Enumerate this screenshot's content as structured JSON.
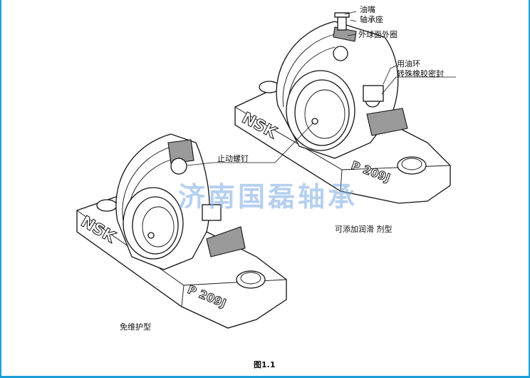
{
  "labels": {
    "grease_nipple": "油嘴",
    "bearing_housing": "轴承座",
    "spherical_outer_ring": "外球面外圈",
    "oil_slinger": "用油环",
    "rubber_seal": "转殊橡胶密封",
    "set_screw": "止动螺钉",
    "relubricatable": "可添加润滑 剂型",
    "maintenance_free": "免维护型"
  },
  "housing_marks": {
    "brand": "NSK",
    "model": "P 209J"
  },
  "watermark": "济南国磊轴承",
  "figure_caption": "图1.1",
  "colors": {
    "border": "#1a9fd8",
    "watermark": "#7aaae1",
    "line": "#111111",
    "shade": "#9a9a9a"
  }
}
